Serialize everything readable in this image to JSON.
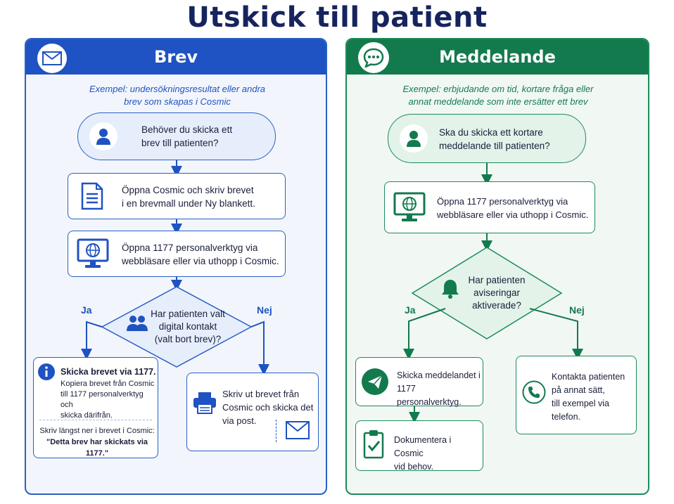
{
  "title": "Utskick till patient",
  "colors": {
    "blue": "#1f52c2",
    "green": "#137a4d",
    "navy": "#16245e"
  },
  "brev": {
    "header": "Brev",
    "header_icon": "envelope-icon",
    "example_line1": "Exempel: undersökningsresultat eller andra",
    "example_line2": "brev som skapas i Cosmic",
    "q1_line1": "Behöver du skicka ett",
    "q1_line2": "brev till patienten?",
    "step1_line1": "Öppna Cosmic och skriv brevet",
    "step1_line2": "i en brevmall under Ny blankett.",
    "step2_line1": "Öppna 1177 personalverktyg via",
    "step2_line2": "webbläsare eller via uthopp i Cosmic.",
    "decision_line1": "Har patienten valt",
    "decision_line2": "digital kontakt",
    "decision_line3": "(valt bort brev)?",
    "yes": "Ja",
    "no": "Nej",
    "yes_title": "Skicka brevet via 1177.",
    "yes_body1": "Kopiera brevet från Cosmic",
    "yes_body2": "till 1177 personalverktyg och",
    "yes_body3": "skicka därifrån.",
    "yes_note1": "Skriv längst ner i brevet i Cosmic:",
    "yes_note2": "\"Detta brev har skickats via 1177.\"",
    "no_line1": "Skriv ut brevet från",
    "no_line2": "Cosmic och skicka det",
    "no_line3": "via post."
  },
  "meddelande": {
    "header": "Meddelande",
    "header_icon": "chat-bubble-icon",
    "example_line1": "Exempel: erbjudande om tid, kortare fråga eller",
    "example_line2": "annat meddelande som inte ersätter ett brev",
    "q1_line1": "Ska du skicka ett kortare",
    "q1_line2": "meddelande till patienten?",
    "step1_line1": "Öppna 1177 personalverktyg via",
    "step1_line2": "webbläsare eller via uthopp i Cosmic.",
    "decision_line1": "Har patienten",
    "decision_line2": "aviseringar",
    "decision_line3": "aktiverade?",
    "yes": "Ja",
    "no": "Nej",
    "yes_line1": "Skicka meddelandet i",
    "yes_line2": "1177 personalverktyg.",
    "doc_line1": "Dokumentera i Cosmic",
    "doc_line2": "vid behov.",
    "no_line1": "Kontakta patienten",
    "no_line2": "på annat sätt,",
    "no_line3": "till exempel via",
    "no_line4": "telefon."
  }
}
